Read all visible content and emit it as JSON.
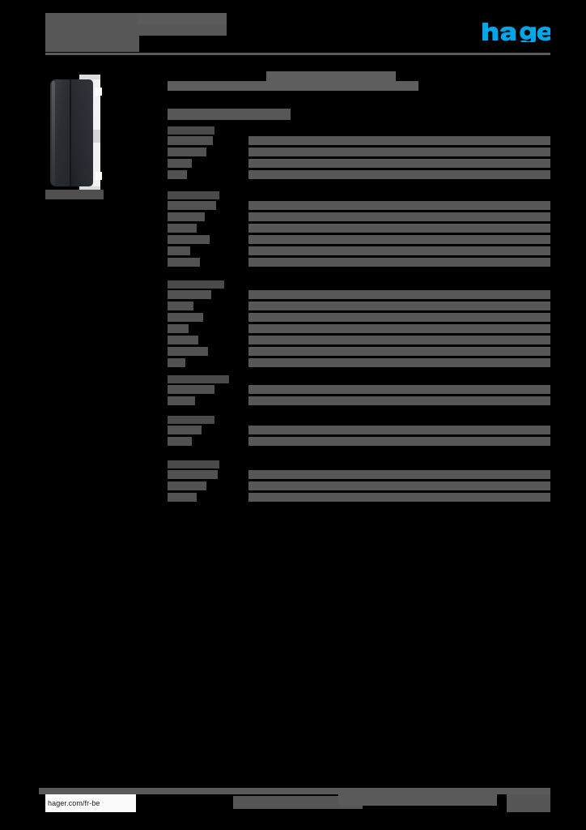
{
  "document": {
    "kind": "redacted-product-datasheet",
    "brand": "hager",
    "title_redacted": "",
    "subtitle_redacted": "",
    "reference_redacted": "",
    "page_background": "#000000",
    "redaction_color": "#575757",
    "accent_color": "#00a6e8"
  },
  "header": {
    "title": "",
    "subtitle": "",
    "reference": "",
    "logo": {
      "name": "hager-logo",
      "wordmark": "hager",
      "color": "#00a6e8"
    },
    "rule": ""
  },
  "product": {
    "figure_name": "product-photo",
    "caption": "",
    "description": "dark two-part rocker cover plate on light faceplate frame",
    "body_color": "#2b2e33",
    "frame_color": "#e9e9e9"
  },
  "content": {
    "page_heading": "",
    "intro": "",
    "sections": [
      {
        "heading": "",
        "rows": [
          {
            "label": "",
            "value": "",
            "label_w": 56,
            "value_w": 390,
            "h": 11
          },
          {
            "label": "",
            "value": "",
            "label_w": 48,
            "value_w": 402,
            "h": 11
          },
          {
            "label": "",
            "value": "",
            "label_w": 30,
            "value_w": 418,
            "h": 11
          },
          {
            "label": "",
            "value": "",
            "label_w": 24,
            "value_w": 424,
            "h": 11
          }
        ]
      },
      {
        "heading": "",
        "rows": [
          {
            "label": "",
            "value": "",
            "label_w": 60,
            "value_w": 388,
            "h": 11
          },
          {
            "label": "",
            "value": "",
            "label_w": 46,
            "value_w": 402,
            "h": 11
          },
          {
            "label": "",
            "value": "",
            "label_w": 36,
            "value_w": 412,
            "h": 11
          },
          {
            "label": "",
            "value": "",
            "label_w": 52,
            "value_w": 396,
            "h": 11
          },
          {
            "label": "",
            "value": "",
            "label_w": 28,
            "value_w": 420,
            "h": 11
          },
          {
            "label": "",
            "value": "",
            "label_w": 40,
            "value_w": 408,
            "h": 11
          }
        ]
      },
      {
        "heading": "",
        "rows": [
          {
            "label": "",
            "value": "",
            "label_w": 54,
            "value_w": 394,
            "h": 11
          },
          {
            "label": "",
            "value": "",
            "label_w": 32,
            "value_w": 416,
            "h": 11
          },
          {
            "label": "",
            "value": "",
            "label_w": 44,
            "value_w": 404,
            "h": 11
          },
          {
            "label": "",
            "value": "",
            "label_w": 26,
            "value_w": 422,
            "h": 11
          },
          {
            "label": "",
            "value": "",
            "label_w": 38,
            "value_w": 410,
            "h": 11
          },
          {
            "label": "",
            "value": "",
            "label_w": 50,
            "value_w": 398,
            "h": 11
          },
          {
            "label": "",
            "value": "",
            "label_w": 22,
            "value_w": 426,
            "h": 11
          }
        ]
      },
      {
        "heading": "",
        "rows": [
          {
            "label": "",
            "value": "",
            "label_w": 58,
            "value_w": 390,
            "h": 11
          },
          {
            "label": "",
            "value": "",
            "label_w": 34,
            "value_w": 414,
            "h": 11
          }
        ]
      },
      {
        "heading": "",
        "rows": [
          {
            "label": "",
            "value": "",
            "label_w": 42,
            "value_w": 406,
            "h": 11
          },
          {
            "label": "",
            "value": "",
            "label_w": 30,
            "value_w": 418,
            "h": 11
          }
        ]
      },
      {
        "heading": "",
        "rows": [
          {
            "label": "",
            "value": "",
            "label_w": 62,
            "value_w": 386,
            "h": 11
          },
          {
            "label": "",
            "value": "",
            "label_w": 48,
            "value_w": 400,
            "h": 11
          },
          {
            "label": "",
            "value": "",
            "label_w": 36,
            "value_w": 412,
            "h": 11
          }
        ]
      }
    ]
  },
  "footer": {
    "url": "hager.com/fr-be",
    "center_redacted": "",
    "center_secondary_redacted": "",
    "page_number_redacted": ""
  }
}
